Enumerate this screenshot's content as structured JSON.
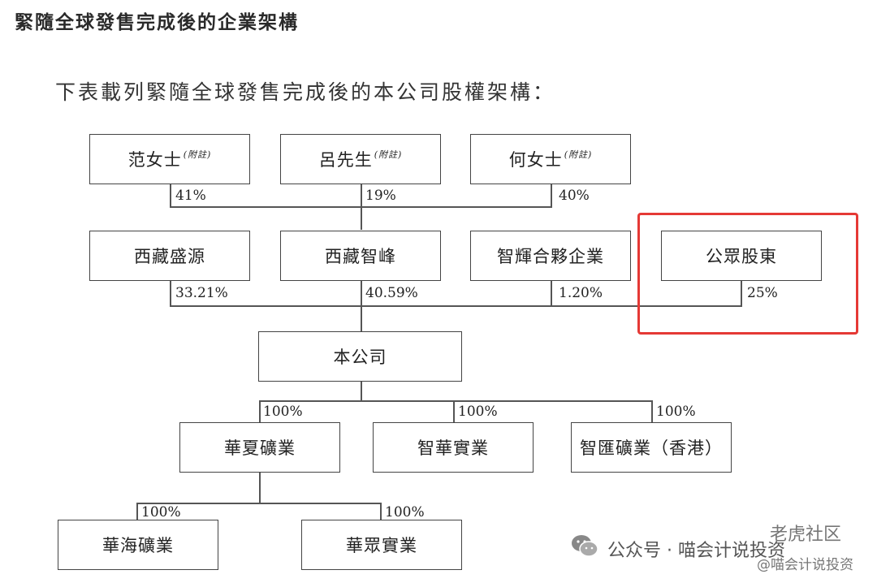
{
  "heading": "緊隨全球發售完成後的企業架構",
  "intro": "下表載列緊隨全球發售完成後的本公司股權架構：",
  "note_mark": "(附註)",
  "shareholders": [
    {
      "name": "范女士",
      "pct": "41%"
    },
    {
      "name": "呂先生",
      "pct": "19%"
    },
    {
      "name": "何女士",
      "pct": "40%"
    }
  ],
  "holders": [
    {
      "name": "西藏盛源",
      "pct": "33.21%"
    },
    {
      "name": "西藏智峰",
      "pct": "40.59%"
    },
    {
      "name": "智輝合夥企業",
      "pct": "1.20%"
    },
    {
      "name": "公眾股東",
      "pct": "25%"
    }
  ],
  "company": "本公司",
  "subsidiaries": [
    {
      "name": "華夏礦業",
      "pct": "100%"
    },
    {
      "name": "智華實業",
      "pct": "100%"
    },
    {
      "name": "智匯礦業（香港）",
      "pct": "100%"
    }
  ],
  "sub_subsidiaries": [
    {
      "name": "華海礦業",
      "pct": "100%"
    },
    {
      "name": "華眾實業",
      "pct": "100%"
    }
  ],
  "watermark": {
    "wechat": "公众号 · 喵会计说投资",
    "community": "老虎社区",
    "handle": "@喵会计说投资"
  },
  "colors": {
    "highlight": "#e53935",
    "line": "#555555"
  }
}
